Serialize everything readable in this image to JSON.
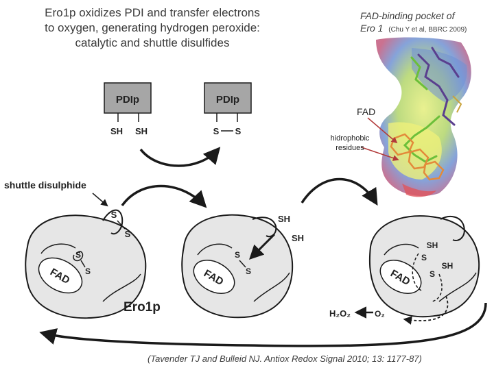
{
  "title": {
    "line1": "Ero1p  oxidizes PDI and transfer electrons",
    "line2": "to oxygen, generating hydrogen peroxide:",
    "line3": "catalytic and shuttle disulfides"
  },
  "inset": {
    "caption_line1": "FAD-binding pocket  of",
    "caption_line2": "Ero 1",
    "caption_ref": "(Chu Y et al, BBRC 2009)",
    "label_fad": "FAD",
    "label_hydro_line1": "hidrophobic",
    "label_hydro_line2": "residues"
  },
  "diagram": {
    "pdi_left": "PDIp",
    "pdi_right": "PDIp",
    "sh": "SH",
    "s": "S",
    "shuttle_label": "shuttle disulphide",
    "fad": "FAD",
    "ero1p": "Ero1p",
    "h2o2": "H₂O₂",
    "o2": "O₂"
  },
  "citation": "(Tavender TJ and Bulleid NJ. Antiox Redox Signal 2010; 13: 1177-87)",
  "colors": {
    "pdi_box": "#a6a6a6",
    "protein_fill": "#e6e6e6",
    "line": "#1a1a1a"
  }
}
